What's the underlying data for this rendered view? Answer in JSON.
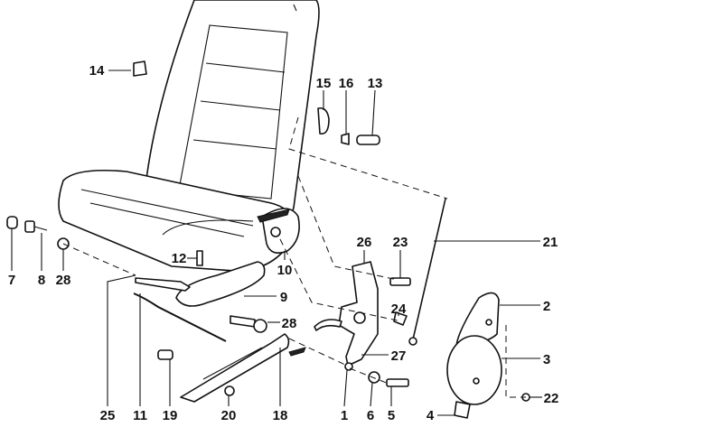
{
  "diagram": {
    "type": "exploded parts diagram - seat adjustment mechanism",
    "callouts": [
      "14",
      "15",
      "16",
      "13",
      "7",
      "8",
      "28",
      "12",
      "10",
      "26",
      "23",
      "21",
      "9",
      "28",
      "24",
      "2",
      "3",
      "27",
      "22",
      "25",
      "11",
      "19",
      "20",
      "18",
      "1",
      "6",
      "5",
      "4"
    ]
  }
}
